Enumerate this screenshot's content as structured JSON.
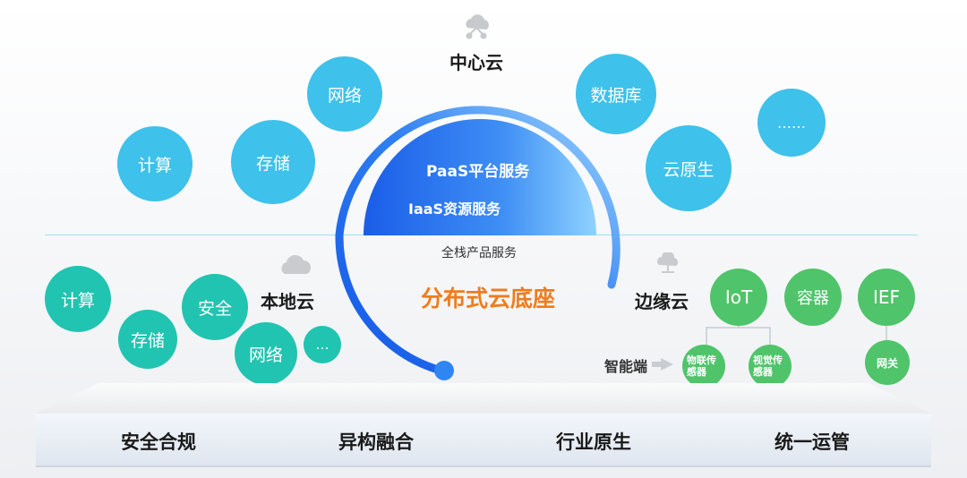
{
  "center_cloud": {
    "title": "中心云",
    "services": [
      "网络",
      "计算",
      "存储",
      "数据库",
      "云原生",
      "……"
    ],
    "paas": "PaaS平台服务",
    "iaas": "IaaS资源服务"
  },
  "full_stack": "全栈产品服务",
  "foundation": "分布式云底座",
  "local_cloud": {
    "title": "本地云",
    "services": [
      "计算",
      "存储",
      "安全",
      "网络",
      "…"
    ]
  },
  "edge_cloud": {
    "title": "边缘云",
    "services": [
      "IoT",
      "容器",
      "IEF"
    ],
    "gateway": "网关",
    "smart_end": "智能端",
    "sensors": [
      "物联传感器",
      "视觉传感器"
    ]
  },
  "features": [
    "安全合规",
    "异构融合",
    "行业原生",
    "统一运管"
  ],
  "colors": {
    "center_bubble": "#3ec1ea",
    "local_bubble": "#21c4b0",
    "edge_bubble": "#4fc46a",
    "foundation_text": "#f07c1a",
    "arc_blue": "#1e6cf0"
  }
}
